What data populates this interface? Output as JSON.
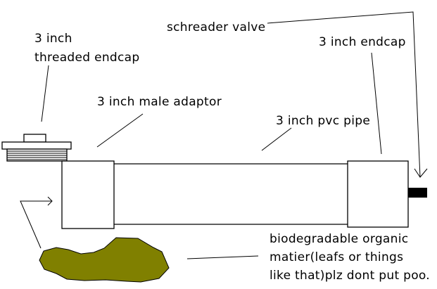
{
  "labels": {
    "threaded_endcap": {
      "line1": "3 inch",
      "line2": "threaded endcap"
    },
    "schreader_valve": "schreader valve",
    "male_adaptor": "3 inch male adaptor",
    "endcap": "3 inch endcap",
    "pvc_pipe": "3 inch pvc pipe",
    "organic_matter": {
      "line1": "biodegradable organic",
      "line2": "matier(leafs or things",
      "line3": "like that)plz dont put poo."
    }
  },
  "colors": {
    "line": "#000000",
    "organic_fill": "#808000",
    "valve_fill": "#000000",
    "background": "#ffffff"
  }
}
